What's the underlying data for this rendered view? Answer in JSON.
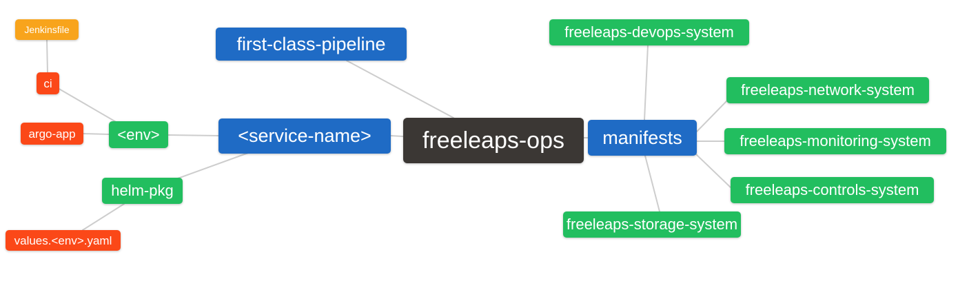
{
  "diagram": {
    "type": "mindmap",
    "colors": {
      "background": "#ffffff",
      "text": "#ffffff",
      "edge": "#cdcdcd",
      "root_bg": "#3b3734",
      "branch_bg": "#1f6bc5",
      "leaf2_bg": "#22be5f",
      "leaf3_bg": "#fb4818",
      "leaf4_bg": "#f8a41c"
    },
    "nodes": {
      "root": {
        "label": "freeleaps-ops"
      },
      "first_class_pipeline": {
        "label": "first-class-pipeline"
      },
      "service_name": {
        "label": "<service-name>"
      },
      "manifests": {
        "label": "manifests"
      },
      "env": {
        "label": "<env>"
      },
      "helm_pkg": {
        "label": "helm-pkg"
      },
      "ci": {
        "label": "ci"
      },
      "argo_app": {
        "label": "argo-app"
      },
      "jenkinsfile": {
        "label": "Jenkinsfile"
      },
      "values_env_yaml": {
        "label": "values.<env>.yaml"
      },
      "devops_system": {
        "label": "freeleaps-devops-system"
      },
      "network_system": {
        "label": "freeleaps-network-system"
      },
      "monitoring_system": {
        "label": "freeleaps-monitoring-system"
      },
      "controls_system": {
        "label": "freeleaps-controls-system"
      },
      "storage_system": {
        "label": "freeleaps-storage-system"
      }
    },
    "edges": [
      {
        "from": "jenkinsfile",
        "to": "ci"
      },
      {
        "from": "ci",
        "to": "env"
      },
      {
        "from": "argo_app",
        "to": "env"
      },
      {
        "from": "env",
        "to": "service_name"
      },
      {
        "from": "helm_pkg",
        "to": "service_name"
      },
      {
        "from": "values_env_yaml",
        "to": "helm_pkg"
      },
      {
        "from": "first_class_pipeline",
        "to": "root"
      },
      {
        "from": "service_name",
        "to": "root"
      },
      {
        "from": "root",
        "to": "manifests"
      },
      {
        "from": "manifests",
        "to": "devops_system"
      },
      {
        "from": "manifests",
        "to": "network_system"
      },
      {
        "from": "manifests",
        "to": "monitoring_system"
      },
      {
        "from": "manifests",
        "to": "controls_system"
      },
      {
        "from": "manifests",
        "to": "storage_system"
      }
    ]
  }
}
